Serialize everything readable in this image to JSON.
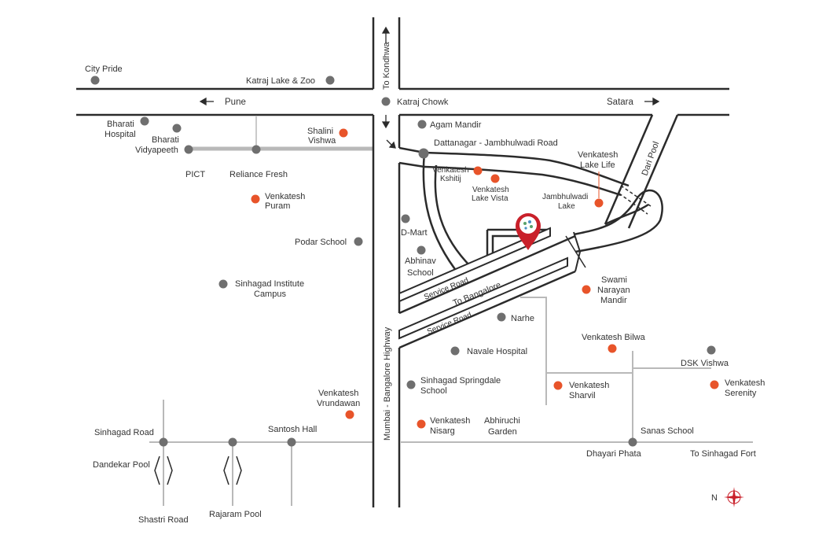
{
  "colors": {
    "road": "#2b2b2b",
    "minor_road": "#b9b9b9",
    "landmark": "#6f6f6f",
    "project": "#e8542a",
    "marker": "#c9202a",
    "text": "#333333"
  },
  "directions": {
    "to_kondhwa": "To Kondhwa",
    "pune": "Pune",
    "satara": "Satara",
    "to_bangalore": "To Bangalore",
    "to_sinhagad_fort": "To Sinhagad Fort",
    "north": "N"
  },
  "roads": {
    "highway": "Mumbai - Bangalore Highway",
    "dattanagar": "Dattanagar - Jambhulwadi Road",
    "service_road_1": "Service Road",
    "service_road_2": "Service Road",
    "dari_pool": "Dari Pool"
  },
  "landmarks": {
    "city_pride": "City Pride",
    "katraj_lake_zoo": "Katraj Lake & Zoo",
    "katraj_chowk": "Katraj Chowk",
    "bharati_hospital": [
      "Bharati",
      "Hospital"
    ],
    "bharati_vidyapeeth": [
      "Bharati",
      "Vidyapeeth"
    ],
    "pict": "PICT",
    "reliance_fresh": "Reliance Fresh",
    "agam_mandir": "Agam Mandir",
    "d_mart": "D-Mart",
    "abhinav_school": [
      "Abhinav",
      "School"
    ],
    "podar_school": "Podar School",
    "sinhagad_institute": [
      "Sinhagad Institute",
      "Campus"
    ],
    "narhe": "Narhe",
    "navale_hospital": "Navale Hospital",
    "sinhagad_springdale": [
      "Sinhagad Springdale",
      "School"
    ],
    "abhiruchi_garden": [
      "Abhiruchi",
      "Garden"
    ],
    "dsk_vishwa": "DSK Vishwa",
    "sanas_school": "Sanas School",
    "dhayari_phata": "Dhayari Phata",
    "santosh_hall": "Santosh Hall",
    "sinhagad_road": "Sinhagad Road",
    "dandekar_pool": "Dandekar Pool",
    "shastri_road": "Shastri Road",
    "rajaram_pool": "Rajaram Pool",
    "jambhulwadi_lake": [
      "Jambhulwadi",
      "Lake"
    ],
    "swami_narayan": [
      "Swami",
      "Narayan",
      "Mandir"
    ]
  },
  "projects": {
    "shalini_vishwa": [
      "Shalini",
      "Vishwa"
    ],
    "venkatesh_puram": [
      "Venkatesh",
      "Puram"
    ],
    "venkatesh_kshitij": [
      "Venkatesh",
      "Kshitij"
    ],
    "venkatesh_lake_vista": [
      "Venkatesh",
      "Lake Vista"
    ],
    "venkatesh_lake_life": [
      "Venkatesh",
      "Lake Life"
    ],
    "venkatesh_bilwa": "Venkatesh Bilwa",
    "venkatesh_sharvil": [
      "Venkatesh",
      "Sharvil"
    ],
    "venkatesh_serenity": [
      "Venkatesh",
      "Serenity"
    ],
    "venkatesh_nisarg": [
      "Venkatesh",
      "Nisarg"
    ],
    "venkatesh_vrundawan": [
      "Venkatesh",
      "Vrundawan"
    ]
  }
}
